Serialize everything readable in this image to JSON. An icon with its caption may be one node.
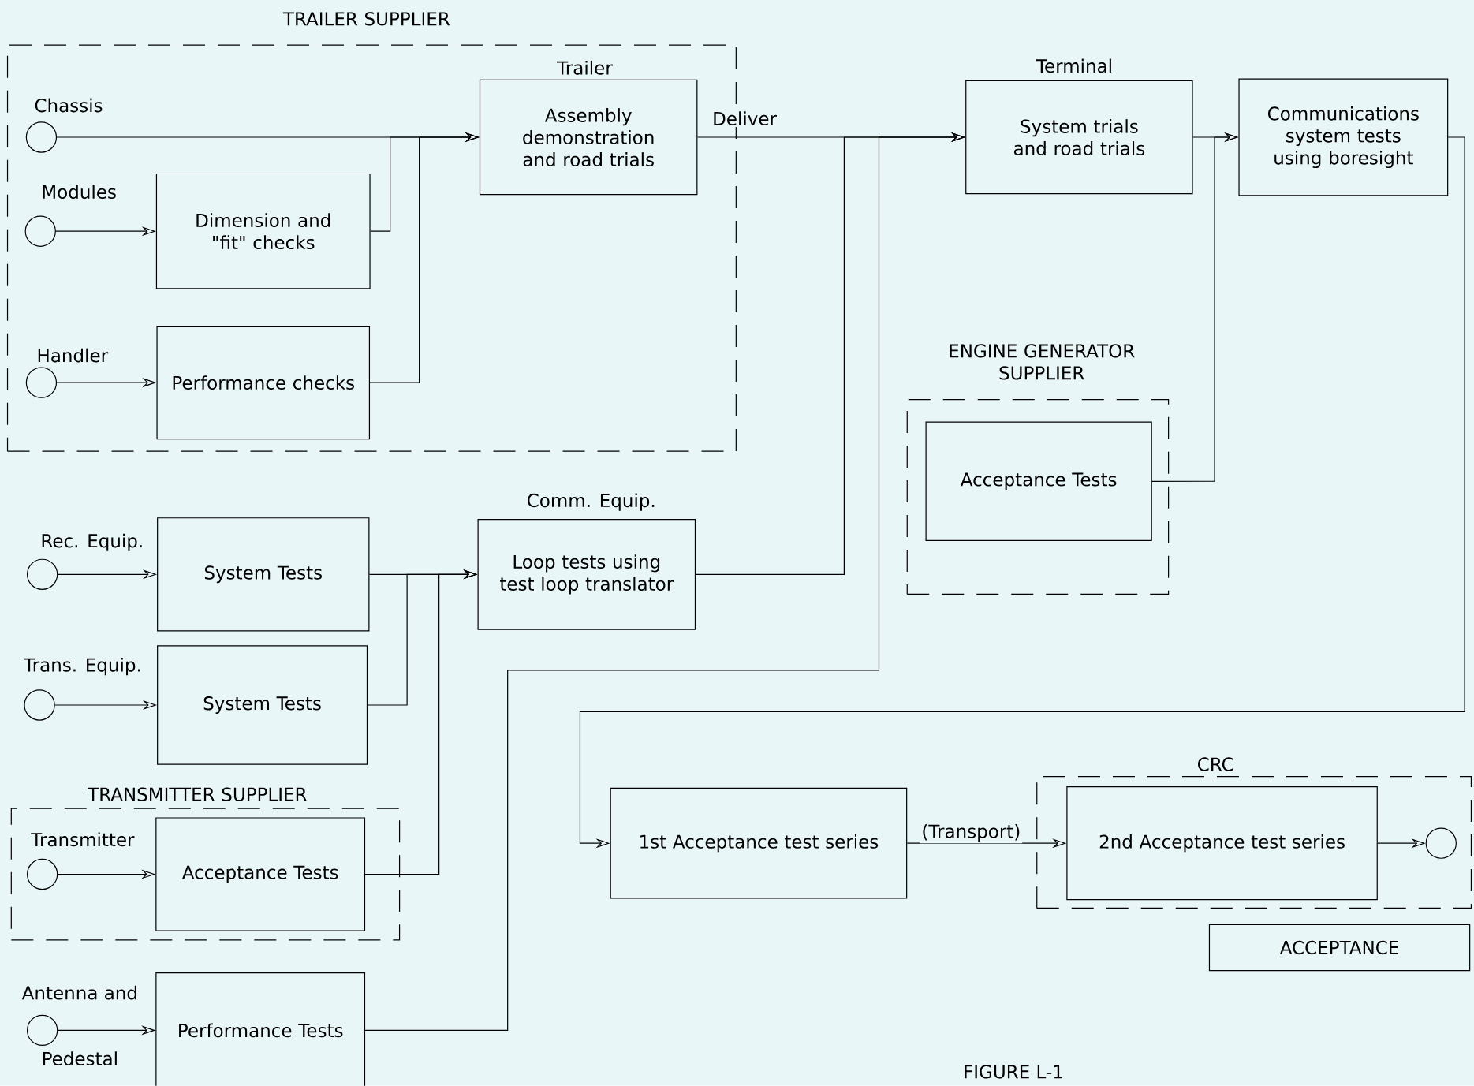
{
  "diagram": {
    "nodes": [
      {
        "text": [
          "TRAILER SUPPLIER"
        ]
      },
      {
        "text": [],
        "shape": "circle",
        "beside": [
          "Chassis"
        ],
        "in": 0
      },
      {
        "text": [],
        "shape": "circle",
        "beside": [
          "Modules"
        ],
        "in": 0
      },
      {
        "text": [
          "Dimension and \"fit\" checks"
        ],
        "in": 0
      },
      {
        "text": [],
        "shape": "circle",
        "beside": [
          "Handler"
        ],
        "in": 0
      },
      {
        "text": [
          "Performance checks"
        ],
        "in": 0
      },
      {
        "text": [
          "Trailer",
          "Assembly demonstration and road trials"
        ],
        "in": 0
      },
      {
        "text": [
          "Terminal",
          "System trials and road trials"
        ]
      },
      {
        "text": [
          "Communications system tests using boresight"
        ]
      },
      {
        "text": [
          "ENGINE GENERATOR SUPPLIER"
        ]
      },
      {
        "text": [
          "Acceptance Tests"
        ],
        "in": 9
      },
      {
        "text": [],
        "shape": "circle",
        "beside": [
          "Rec. Equip."
        ]
      },
      {
        "text": [
          "System Tests"
        ]
      },
      {
        "text": [
          "Comm. Equip.",
          "Loop tests using test loop translator"
        ]
      },
      {
        "text": [],
        "shape": "circle",
        "beside": [
          "Trans. Equip."
        ]
      },
      {
        "text": [
          "System Tests"
        ]
      },
      {
        "text": [
          "TRANSMITTER SUPPLIER"
        ]
      },
      {
        "text": [],
        "shape": "circle",
        "beside": [
          "Transmitter"
        ],
        "in": 16
      },
      {
        "text": [
          "Acceptance Tests"
        ],
        "in": 16
      },
      {
        "text": [],
        "shape": "circle",
        "beside": [
          "Antenna and",
          "Pedestal"
        ]
      },
      {
        "text": [
          "Performance Tests"
        ]
      },
      {
        "text": [
          "CRC"
        ]
      },
      {
        "text": [
          "1st Acceptance test series"
        ]
      },
      {
        "text": [
          "2nd Acceptance test series"
        ],
        "in": 21
      },
      {
        "text": [],
        "shape": "circle",
        "in": 21
      },
      {
        "text": [
          "ACCEPTANCE"
        ]
      }
    ],
    "edges": [
      {
        "from": 1,
        "to": 6,
        "arrow": "to"
      },
      {
        "from": 2,
        "to": 3,
        "arrow": "to"
      },
      {
        "from": 3,
        "to": 6,
        "arrow": "to"
      },
      {
        "from": 4,
        "to": 5,
        "arrow": "to"
      },
      {
        "from": 5,
        "to": 6,
        "arrow": "to"
      },
      {
        "from": 6,
        "to": 7,
        "arrow": "to",
        "label": "Deliver"
      },
      {
        "from": 13,
        "to": 7,
        "arrow": "to"
      },
      {
        "from": 20,
        "to": 7,
        "arrow": "to"
      },
      {
        "from": 7,
        "to": 8,
        "arrow": "to"
      },
      {
        "from": 10,
        "to": 8,
        "arrow": "to"
      },
      {
        "from": 8,
        "to": 22,
        "arrow": "to"
      },
      {
        "from": 11,
        "to": 12,
        "arrow": "to"
      },
      {
        "from": 12,
        "to": 13,
        "arrow": "to"
      },
      {
        "from": 14,
        "to": 15,
        "arrow": "to"
      },
      {
        "from": 15,
        "to": 13,
        "arrow": "to"
      },
      {
        "from": 17,
        "to": 18,
        "arrow": "to"
      },
      {
        "from": 18,
        "to": 13,
        "arrow": "to"
      },
      {
        "from": 19,
        "to": 20,
        "arrow": "to"
      },
      {
        "from": 22,
        "to": 23,
        "arrow": "to",
        "label": "(Transport)"
      },
      {
        "from": 23,
        "to": 24,
        "arrow": "to"
      }
    ],
    "labels": [
      "FIGURE L-1"
    ]
  }
}
